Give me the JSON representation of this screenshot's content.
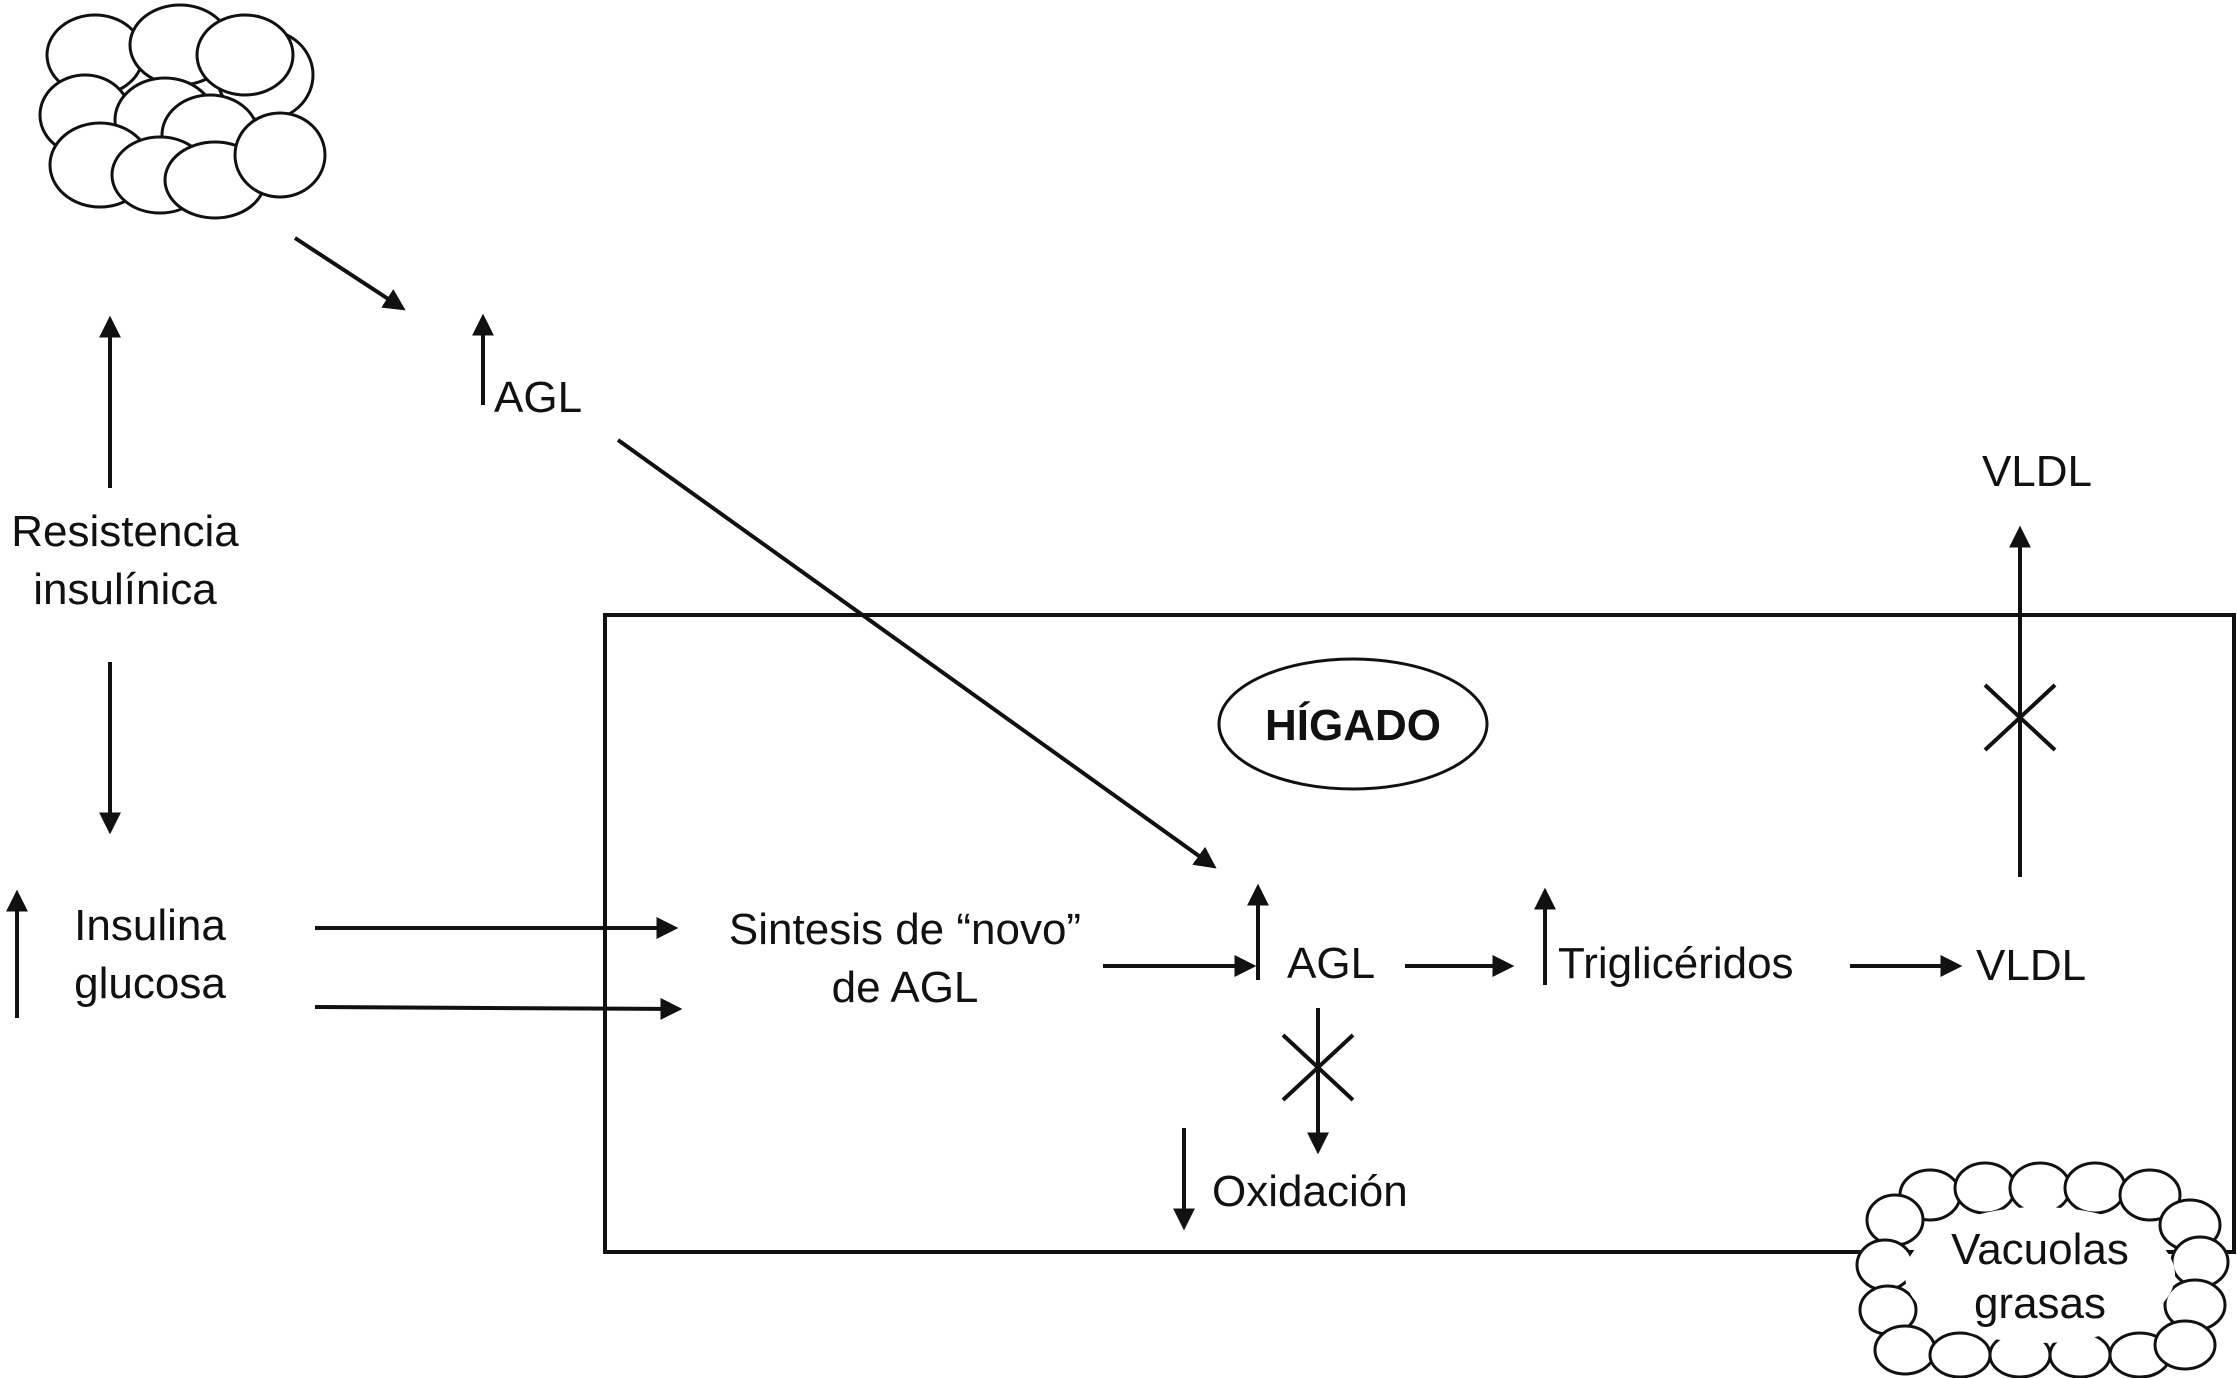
{
  "labels": {
    "agl_top": "AGL",
    "resistencia_1": "Resistencia",
    "resistencia_2": "insulínica",
    "insulina": "Insulina",
    "glucosa": "glucosa",
    "sintesis_1": "Sintesis de “novo”",
    "sintesis_2": "de AGL",
    "agl_liver": "AGL",
    "trigliceridos": "Triglicéridos",
    "vldl_liver": "VLDL",
    "vldl_top": "VLDL",
    "higado": "HÍGADO",
    "oxidacion": "Oxidación",
    "vacuolas_1": "Vacuolas",
    "vacuolas_2": "grasas"
  },
  "icons": {
    "adipose": "adipose-tissue-icon",
    "fat_vacuoles": "fat-vacuoles-icon"
  },
  "colors": {
    "stroke": "#111111",
    "background": "#ffffff"
  }
}
